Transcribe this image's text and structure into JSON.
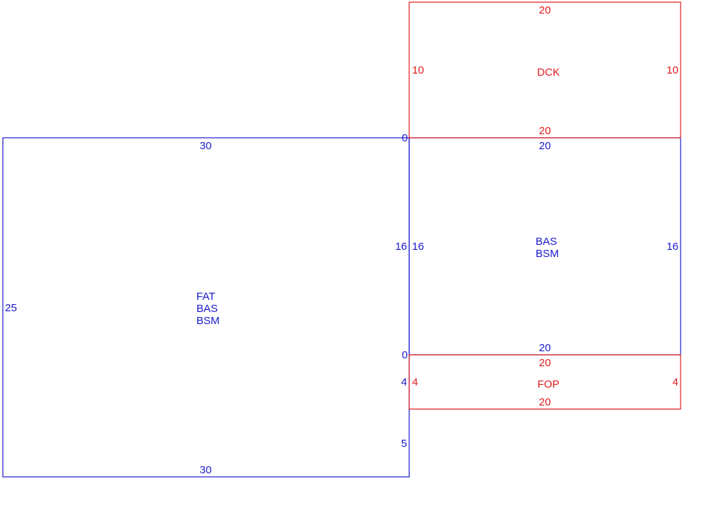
{
  "colors": {
    "blue": "#1a1acd",
    "red": "#e01a1a"
  },
  "main_area": {
    "codes": [
      "FAT",
      "BAS",
      "BSM"
    ],
    "top": "30",
    "bottom": "30",
    "left": "25",
    "right_upper": "16",
    "right_middle": "4",
    "right_lower": "5",
    "right_zero_top": "0",
    "right_zero_mid": "0"
  },
  "deck": {
    "code": "DCK",
    "top": "20",
    "bottom": "20",
    "left": "10",
    "right": "10"
  },
  "basement_area": {
    "codes": [
      "BAS",
      "BSM"
    ],
    "top": "20",
    "bottom": "20",
    "left": "16",
    "right": "16"
  },
  "porch": {
    "code": "FOP",
    "top": "20",
    "bottom": "20",
    "left": "4",
    "right": "4"
  }
}
